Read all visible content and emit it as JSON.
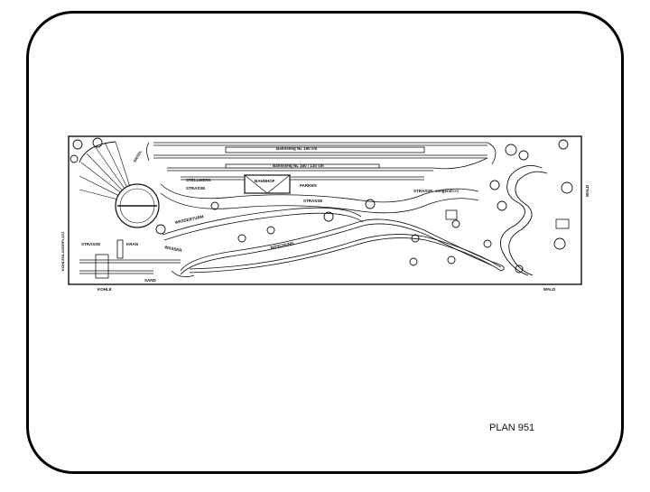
{
  "plan_label": "PLAN 951",
  "labels": {
    "bahnsteig1": "Bahnsteig NL 190 cm",
    "bahnsteig2": "Bahnsteig NL 160 / 130 cm",
    "stellwerk": "STELLWERK",
    "bahnhof": "BAHNHOF",
    "parken": "PARKEN",
    "strasse1": "STRASSE",
    "strasse2": "STRASSE",
    "strasse3": "STRASSE",
    "strasse4": "STRASSE",
    "steigend": "steigend>>>",
    "wasserturm": "WASSERTURM",
    "wasser": "WASSER",
    "boeschung": "BÖSCHUNG",
    "kran": "KRAN",
    "sand": "SAND",
    "kohle": "KOHLE",
    "kohlelager": "KOHLENLAGERPLATZ",
    "diesel": "DIESEL",
    "wald1": "WALD",
    "wald2": "WALD"
  },
  "colors": {
    "line": "#111111",
    "background": "#ffffff"
  }
}
